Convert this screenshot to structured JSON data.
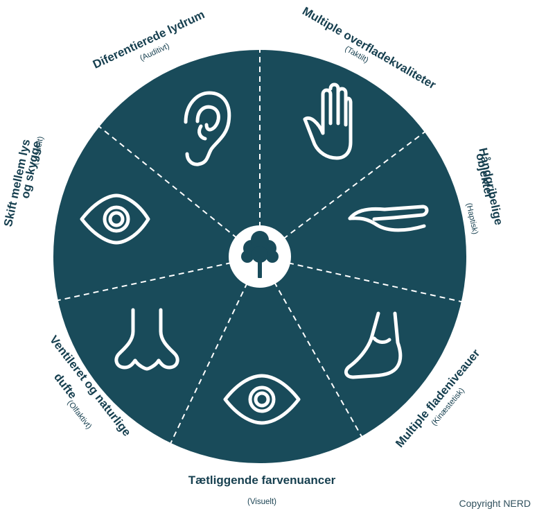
{
  "colors": {
    "wheel": "#194b5a",
    "icon": "#ffffff",
    "text": "#163f4f"
  },
  "segments": [
    {
      "title": "Diferentierede lydrum",
      "sub": "(Auditivt)",
      "icon": "ear-icon"
    },
    {
      "title": "Multiple overfladekvaliteter",
      "sub": "(Taktilt)",
      "icon": "hand-icon"
    },
    {
      "title_line1": "Håndgribelige",
      "title_line2": "objekter",
      "sub": "(Haptisk)",
      "icon": "open-palm-icon"
    },
    {
      "title": "Multiple fladeniveauer",
      "sub": "(Kinæstetisk)",
      "icon": "foot-icon"
    },
    {
      "title": "Tætliggende farvenuancer",
      "sub": "(Visuelt)",
      "icon": "eye-icon"
    },
    {
      "title_line1": "Ventileret og naturlige",
      "title_line2": "dufte",
      "sub": "(Olfaktivt)",
      "icon": "nose-icon"
    },
    {
      "title_line1": "Skift mellem lys",
      "title_line2": "og skygge",
      "sub": "(Visuelt)",
      "icon": "eye-icon"
    }
  ],
  "center_icon": "tree-icon",
  "copyright": "Copyright NERD"
}
